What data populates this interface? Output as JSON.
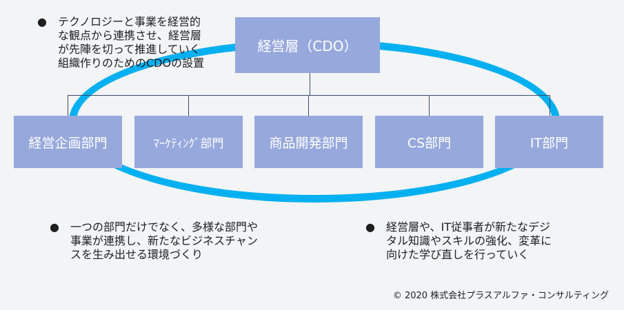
{
  "top_node": {
    "label": "経営層（CDO）"
  },
  "departments": [
    {
      "label": "経営企画部門"
    },
    {
      "label": "ﾏｰｹﾃｨﾝｸﾞ部門"
    },
    {
      "label": "商品開発部門"
    },
    {
      "label": "CS部門"
    },
    {
      "label": "IT部門"
    }
  ],
  "notes": {
    "top_left": {
      "bullet": "●",
      "text": "テクノロジーと事業を経営的\nな観点から連携させ、経営層\nが先陣を切って推進していく\n組織作りのためのCDOの設置"
    },
    "bottom_left": {
      "bullet": "●",
      "text": "一つの部門だけでなく、多様な部門や\n事業が連携し、新たなビジネスチャン\nスを生み出せる環境づくり"
    },
    "bottom_right": {
      "bullet": "●",
      "text": "経営層や、IT従事者が新たなデジ\nタル知識やスキルの強化、変革に\n向けた学び直しを行っていく"
    }
  },
  "copyright": "© 2020 株式会社プラスアルファ・コンサルティング",
  "colors": {
    "ellipse": "#00b0f0",
    "box": "#97a8dc",
    "connector": "#3a4a6a",
    "background": "#f2f4f6"
  }
}
